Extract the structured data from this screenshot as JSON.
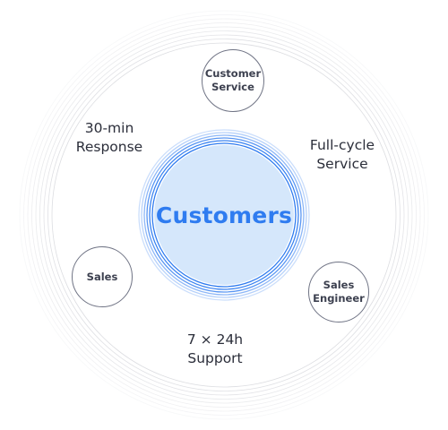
{
  "center": {
    "label": "Customers",
    "fill": "#d5e7fb",
    "accent": "#2f7cf0"
  },
  "nodes": [
    {
      "name": "customer-service",
      "label": "Customer\nService"
    },
    {
      "name": "sales",
      "label": "Sales"
    },
    {
      "name": "sales-engineer",
      "label": "Sales\nEngineer"
    }
  ],
  "annotations": [
    {
      "name": "response-time",
      "text": "30-min\nResponse"
    },
    {
      "name": "full-cycle-service",
      "text": "Full-cycle\nService"
    },
    {
      "name": "support-hours",
      "text": "7 × 24h\nSupport"
    }
  ],
  "colors": {
    "ring": "#d6d7dc",
    "node_border": "#6f7384",
    "text": "#2b2e3a"
  }
}
